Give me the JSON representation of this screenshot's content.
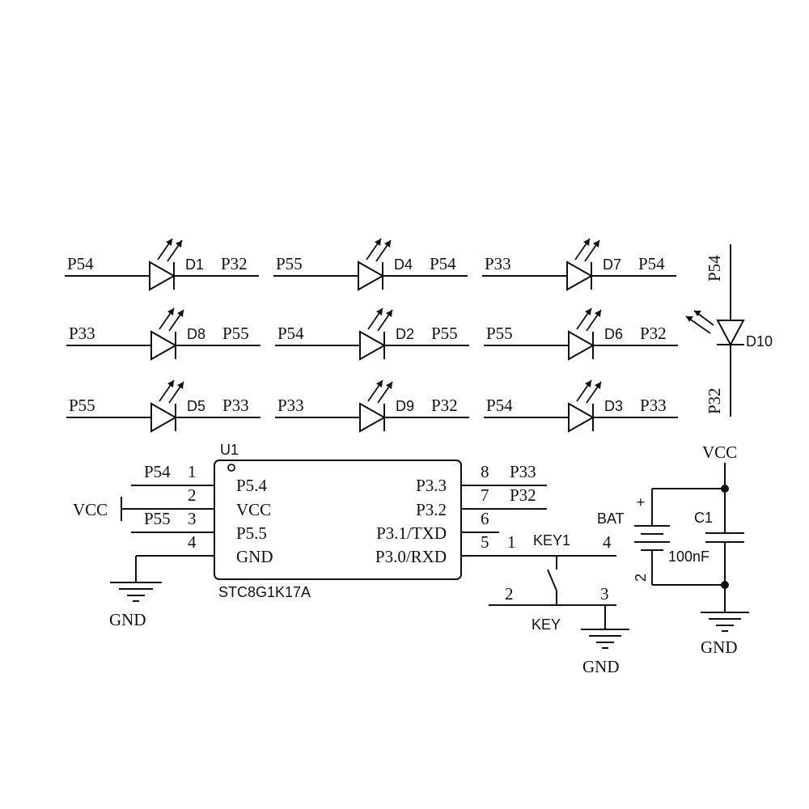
{
  "leds": [
    {
      "ref": "D1",
      "left": "P54",
      "right": "P32"
    },
    {
      "ref": "D4",
      "left": "P55",
      "right": "P54"
    },
    {
      "ref": "D7",
      "left": "P33",
      "right": "P54"
    },
    {
      "ref": "D8",
      "left": "P33",
      "right": "P55"
    },
    {
      "ref": "D2",
      "left": "P54",
      "right": "P55"
    },
    {
      "ref": "D6",
      "left": "P55",
      "right": "P32"
    },
    {
      "ref": "D5",
      "left": "P55",
      "right": "P33"
    },
    {
      "ref": "D9",
      "left": "P33",
      "right": "P32"
    },
    {
      "ref": "D3",
      "left": "P54",
      "right": "P33"
    }
  ],
  "led_d10": {
    "ref": "D10",
    "top": "P54",
    "bottom": "P32"
  },
  "mcu": {
    "ref": "U1",
    "part": "STC8G1K17A",
    "left_pins": [
      {
        "num": "1",
        "name": "P5.4",
        "net": "P54"
      },
      {
        "num": "2",
        "name": "VCC",
        "net": "VCC"
      },
      {
        "num": "3",
        "name": "P5.5",
        "net": "P55"
      },
      {
        "num": "4",
        "name": "GND",
        "net": "GND"
      }
    ],
    "right_pins": [
      {
        "num": "8",
        "name": "P3.3",
        "net": "P33"
      },
      {
        "num": "7",
        "name": "P3.2",
        "net": "P32"
      },
      {
        "num": "6",
        "name": "P3.1/TXD",
        "net": ""
      },
      {
        "num": "5",
        "name": "P3.0/RXD",
        "net": ""
      }
    ]
  },
  "switch": {
    "ref": "KEY1",
    "value": "KEY",
    "pins": [
      "1",
      "2",
      "3",
      "4"
    ],
    "gnd": "GND"
  },
  "power": {
    "vcc": "VCC",
    "gnd": "GND",
    "bat": "BAT",
    "bat_plus": "+",
    "bat_minus": "2"
  },
  "capacitor": {
    "ref": "C1",
    "value": "100nF"
  }
}
